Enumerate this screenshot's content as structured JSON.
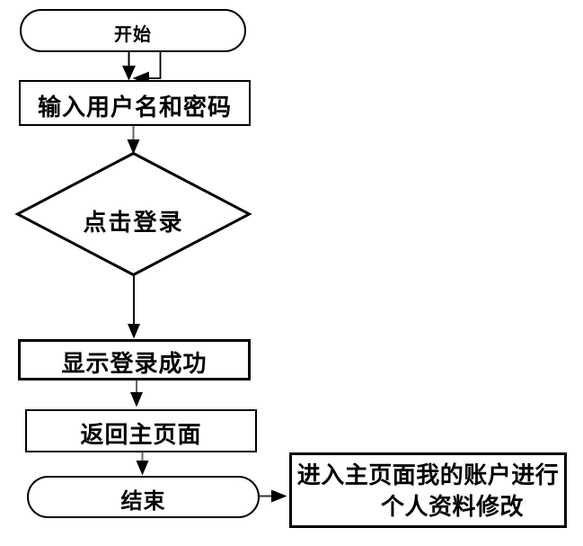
{
  "colors": {
    "background": "#ffffff",
    "shape_border": "#000000",
    "text": "#000000",
    "connector_stem_gray": "#666666",
    "connector_stem_black": "#000000",
    "arrowhead": "#000000"
  },
  "flowchart": {
    "nodes": [
      {
        "id": "start",
        "type": "terminator",
        "label": "开始"
      },
      {
        "id": "input-credentials",
        "type": "process",
        "label": "输入用户名和密码"
      },
      {
        "id": "click-login",
        "type": "decision",
        "label": "点击登录"
      },
      {
        "id": "login-success",
        "type": "process",
        "label": "显示登录成功"
      },
      {
        "id": "return-home",
        "type": "process",
        "label": "返回主页面"
      },
      {
        "id": "end",
        "type": "terminator",
        "label": "结束"
      },
      {
        "id": "edit-profile",
        "type": "process",
        "label_line1": "进入主页面我的账户进行",
        "label_line2": "个人资料修改"
      }
    ],
    "edges": [
      {
        "from": "start",
        "to": "input-credentials",
        "style": "straight-down-arrow"
      },
      {
        "from": "start",
        "to": "input-credentials",
        "style": "elbow-left-arrow"
      },
      {
        "from": "input-credentials",
        "to": "click-login",
        "style": "down-arrow"
      },
      {
        "from": "click-login",
        "to": "login-success",
        "style": "down-arrow"
      },
      {
        "from": "login-success",
        "to": "return-home",
        "style": "down-arrow"
      },
      {
        "from": "return-home",
        "to": "end",
        "style": "down-arrow"
      },
      {
        "from": "end",
        "to": "edit-profile",
        "style": "right-arrow"
      }
    ]
  }
}
